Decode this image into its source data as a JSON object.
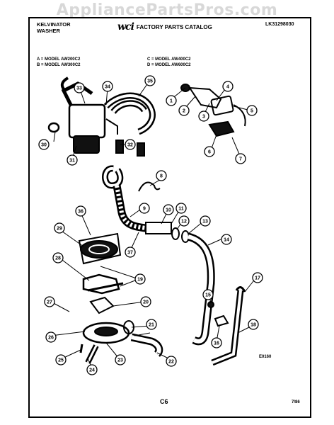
{
  "watermark": "AppliancePartsPros.com",
  "header": {
    "brand_line1": "KELVINATOR",
    "brand_line2": "WASHER",
    "logo": "wci",
    "catalog_title": "FACTORY PARTS CATALOG",
    "doc_number": "LK31298030"
  },
  "models": {
    "a": "A = MODEL AW200C2",
    "b": "B = MODEL AW300C2",
    "c": "C = MODEL AW400C2",
    "d": "D = MODEL AW600C2"
  },
  "callouts": [
    "1",
    "2",
    "3",
    "4",
    "5",
    "6",
    "7",
    "8",
    "9",
    "10",
    "11",
    "12",
    "13",
    "14",
    "15",
    "16",
    "17",
    "18",
    "19",
    "20",
    "21",
    "22",
    "23",
    "24",
    "25",
    "26",
    "27",
    "28",
    "29",
    "30",
    "31",
    "32",
    "33",
    "34",
    "35",
    "36",
    "37"
  ],
  "ref_code": "E0160",
  "footer": {
    "page_code": "C6",
    "date": "7/86"
  }
}
